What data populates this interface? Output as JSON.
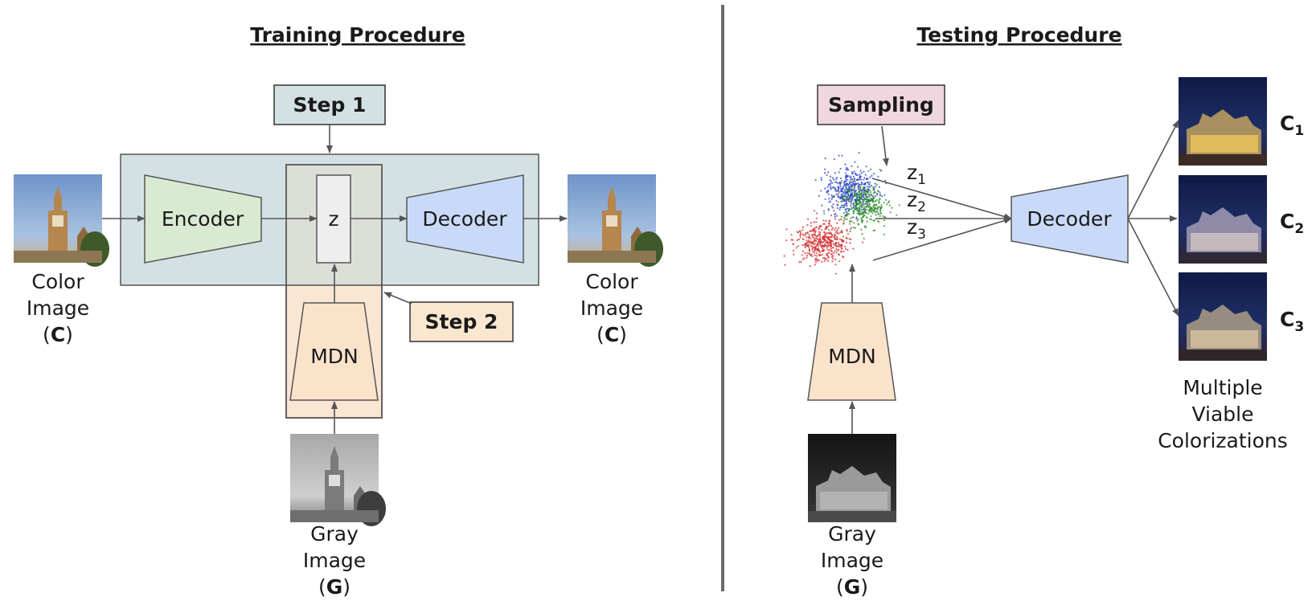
{
  "training": {
    "title": "Training Procedure",
    "step1": "Step 1",
    "step2": "Step 2",
    "encoder": "Encoder",
    "z": "z",
    "decoder": "Decoder",
    "mdn": "MDN",
    "color_in": {
      "line1": "Color",
      "line2": "Image",
      "open": "(",
      "sym": "C",
      "close": ")"
    },
    "color_out": {
      "line1": "Color",
      "line2": "Image",
      "open": "(",
      "sym": "C",
      "close": ")"
    },
    "gray": {
      "line1": "Gray",
      "line2": "Image",
      "open": "(",
      "sym": "G",
      "close": ")"
    }
  },
  "testing": {
    "title": "Testing Procedure",
    "sampling": "Sampling",
    "z1": {
      "base": "z",
      "sub": "1"
    },
    "z2": {
      "base": "z",
      "sub": "2"
    },
    "z3": {
      "base": "z",
      "sub": "3"
    },
    "decoder": "Decoder",
    "mdn": "MDN",
    "gray": {
      "line1": "Gray",
      "line2": "Image",
      "open": "(",
      "sym": "G",
      "close": ")"
    },
    "c1": {
      "base": "C",
      "sub": "1"
    },
    "c2": {
      "base": "C",
      "sub": "2"
    },
    "c3": {
      "base": "C",
      "sub": "3"
    },
    "result": {
      "line1": "Multiple",
      "line2": "Viable",
      "line3": "Colorizations"
    }
  },
  "colors": {
    "step1_box": "#d3e1e4",
    "step2_box": "#fbe6d0",
    "sampling_box": "#f0d6df",
    "encoder": "#d9ead3",
    "decoder": "#c9daf8",
    "mdn": "#fbe3cb",
    "z_box": "#eeeeee",
    "cluster_blue": "#2f3fd0",
    "cluster_green": "#2b8a2b",
    "cluster_red": "#d22a2a"
  }
}
